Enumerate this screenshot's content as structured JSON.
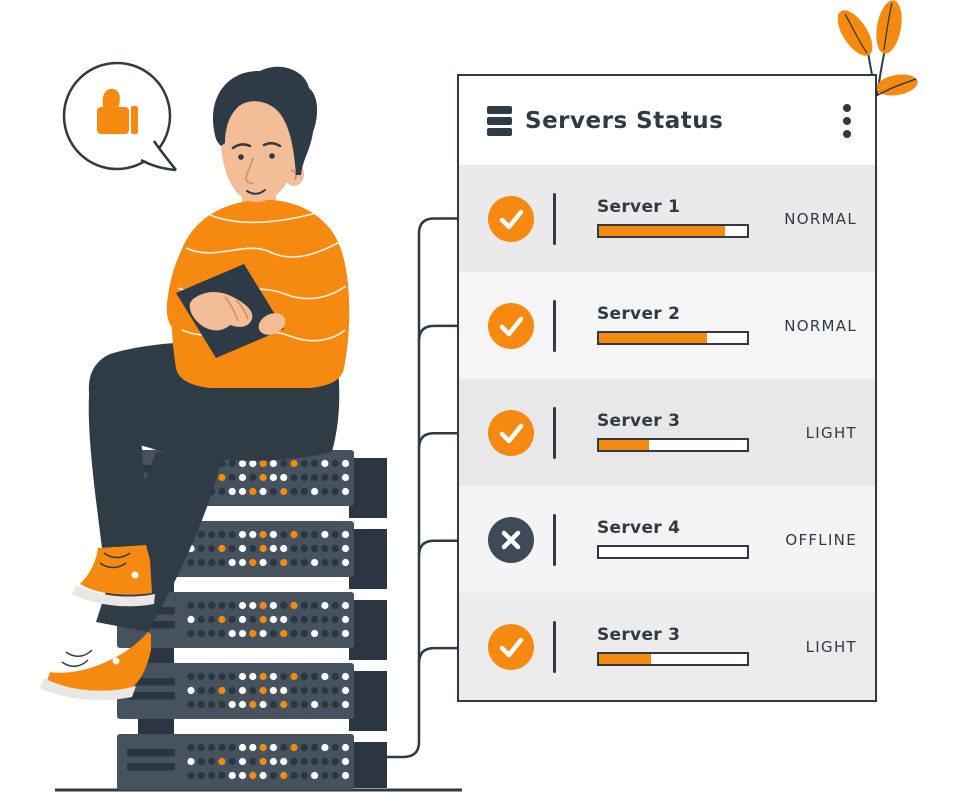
{
  "card": {
    "title": "Servers Status",
    "header_icon": "server-stack",
    "menu_icon": "kebab-menu",
    "rows": [
      {
        "label": "Server 1",
        "status": "NORMAL",
        "progress": 85,
        "state": "online",
        "bg": "#EAEAEA"
      },
      {
        "label": "Server 2",
        "status": "NORMAL",
        "progress": 73,
        "state": "online",
        "bg": "#F5F5F5"
      },
      {
        "label": "Server 3",
        "status": "LIGHT",
        "progress": 34,
        "state": "online",
        "bg": "#E8E8E8"
      },
      {
        "label": "Server 4",
        "status": "OFFLINE",
        "progress": 0,
        "state": "offline",
        "bg": "#F4F4F4"
      },
      {
        "label": "Server 3",
        "status": "LIGHT",
        "progress": 35,
        "state": "online",
        "bg": "#ECECEC"
      }
    ]
  },
  "colors": {
    "orange": "#F6890F",
    "dark": "#2E3A45",
    "server_body": "#46525D",
    "server_dark": "#2B3642",
    "skin": "#F3BD98",
    "pants": "#2F3B45",
    "offline_circle": "#3E4A57",
    "sole": "#E9E6E3",
    "row_backgrounds": [
      "#EAEAEA",
      "#F5F5F5",
      "#E8E8E8",
      "#F4F4F4",
      "#ECECEC"
    ]
  },
  "illustration": {
    "speech_bubble_icon": "thumbs-up",
    "led_colors": {
      "d": "#2B3642",
      "w": "#FFFFFF",
      "o": "#F6890F"
    },
    "led_rows": [
      "dddddwwowdoddwdw",
      "wddodwdowwdddddw",
      "ddddwwowdoddwddw"
    ],
    "server_units": 5
  }
}
